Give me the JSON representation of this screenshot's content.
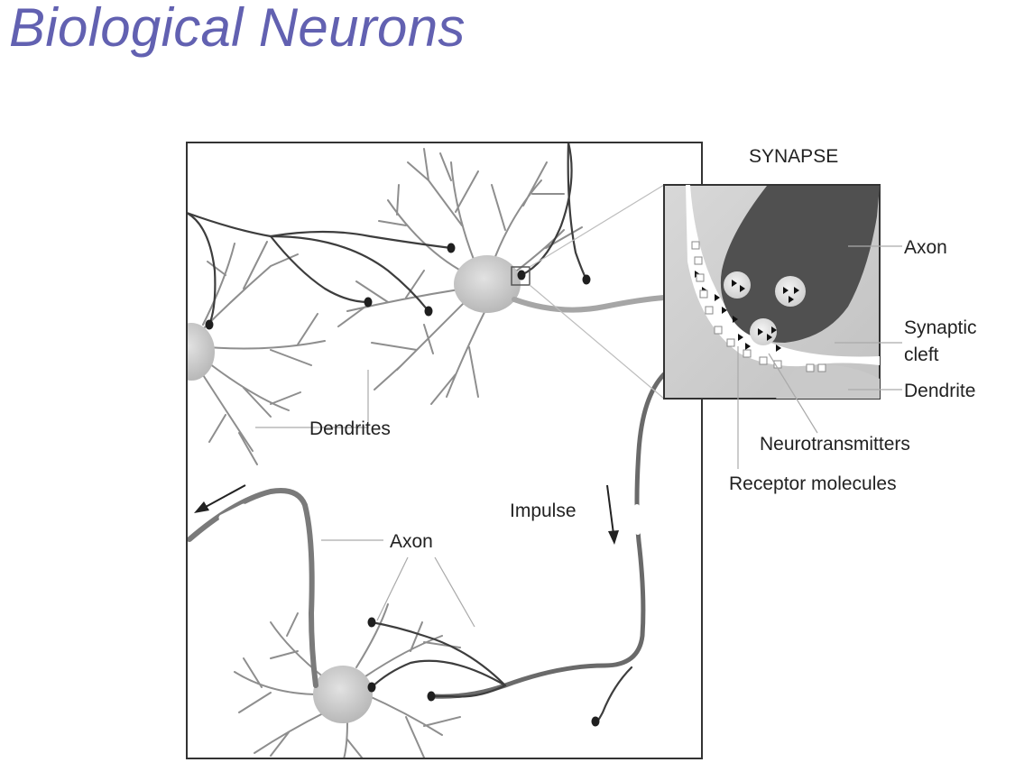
{
  "title": "Biological Neurons",
  "colors": {
    "title": "#6261b1",
    "axon_terminal": "#505050",
    "cell_body": "#c6c6c6",
    "dendrite": "#8a8a8a"
  },
  "labels": {
    "synapse": "SYNAPSE",
    "axon_inset": "Axon",
    "synaptic_cleft_line1": "Synaptic",
    "synaptic_cleft_line2": "cleft",
    "dendrite": "Dendrite",
    "neurotransmitters": "Neurotransmitters",
    "receptor_molecules": "Receptor molecules",
    "dendrites": "Dendrites",
    "impulse": "Impulse",
    "axon_main": "Axon"
  }
}
